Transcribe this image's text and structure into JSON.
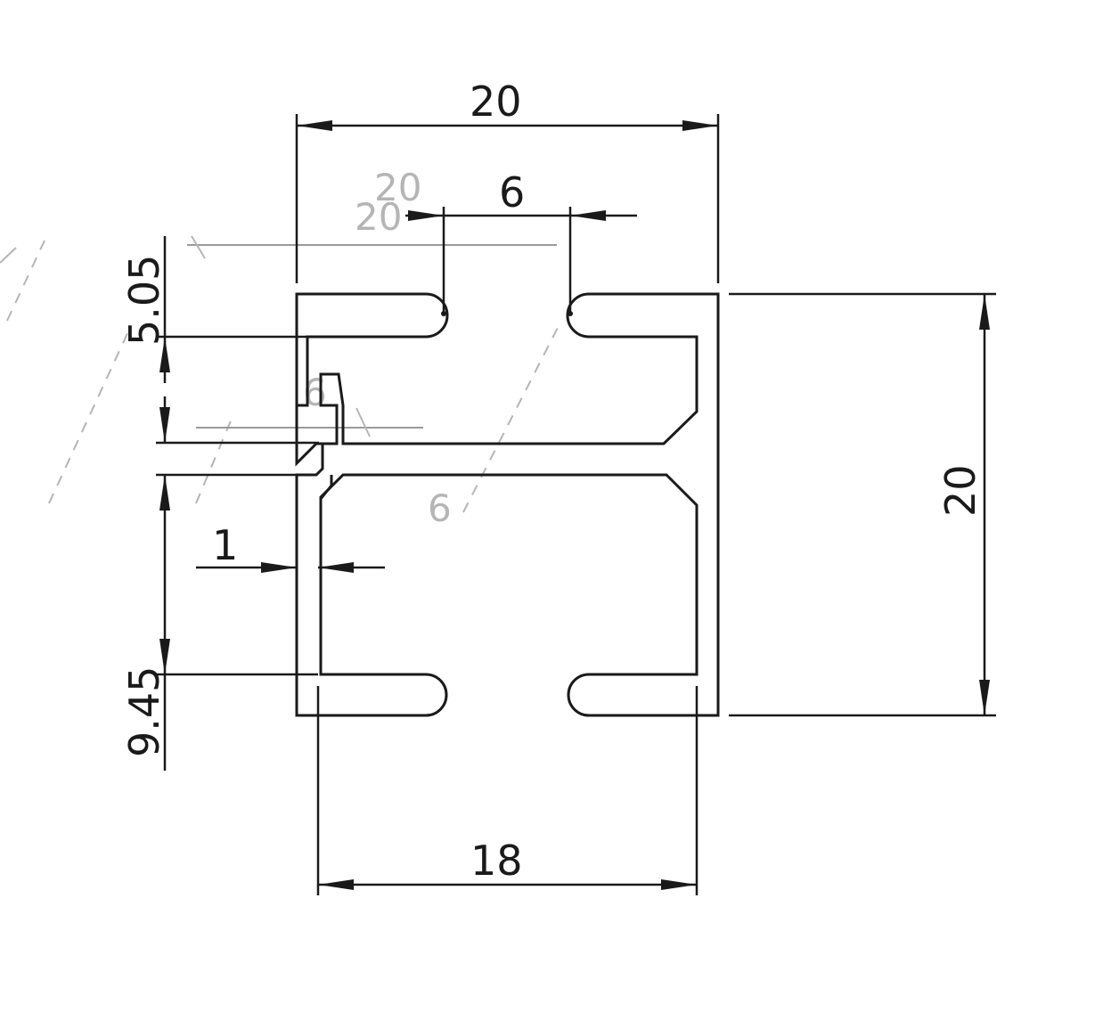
{
  "drawing": {
    "dimensions": {
      "overall_width": "20",
      "overall_height": "20",
      "slot_spacing": "6",
      "upper_depth": "5.05",
      "lower_depth": "9.45",
      "inner_width": "18",
      "wall_thickness": "1"
    },
    "ghost_labels": {
      "faint_dimension": "20",
      "faint_fragment_a": "6",
      "faint_fragment_b": "6"
    },
    "colors": {
      "line": "#1a1a1a",
      "ghost": "#b5b5b5",
      "background": "#ffffff"
    }
  }
}
